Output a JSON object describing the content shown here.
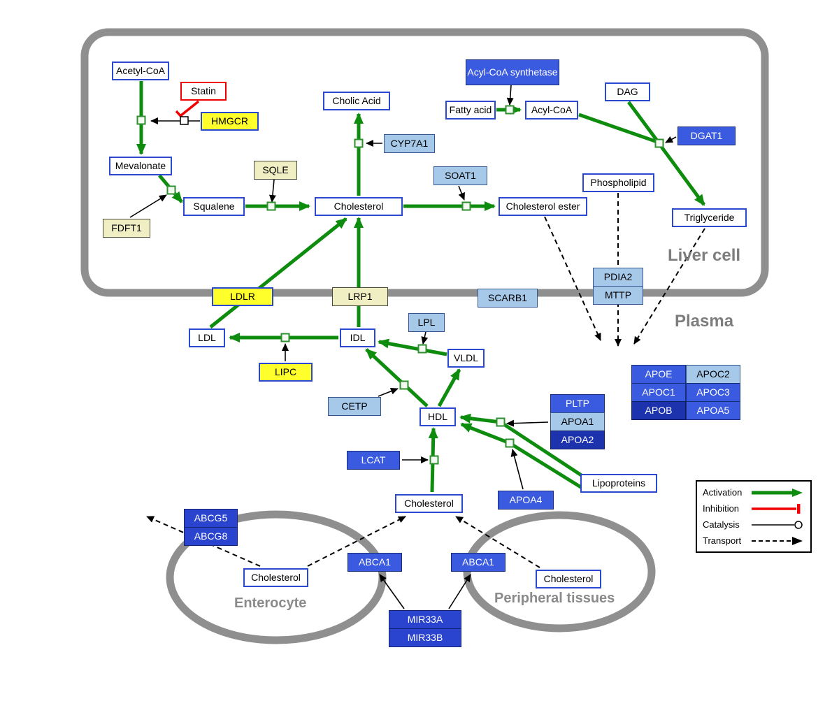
{
  "compartments": {
    "liver": "Liver cell",
    "plasma": "Plasma",
    "enterocyte": "Enterocyte",
    "peripheral": "Peripheral tissues"
  },
  "legend": {
    "activation": "Activation",
    "inhibition": "Inhibition",
    "catalysis": "Catalysis",
    "transport": "Transport"
  },
  "nodes": {
    "acetyl_coa": "Acetyl-CoA",
    "statin": "Statin",
    "hmgcr": "HMGCR",
    "mevalonate": "Mevalonate",
    "sqle": "SQLE",
    "fdft1": "FDFT1",
    "squalene": "Squalene",
    "cholesterol_liver": "Cholesterol",
    "cholic_acid": "Cholic Acid",
    "cyp7a1": "CYP7A1",
    "soat1": "SOAT1",
    "cholesterol_ester": "Cholesterol ester",
    "acyl_coa_synthetase": "Acyl-CoA synthetase",
    "fatty_acid": "Fatty acid",
    "acyl_coa": "Acyl-CoA",
    "dag": "DAG",
    "dgat1": "DGAT1",
    "phospholipid": "Phospholipid",
    "triglyceride": "Triglyceride",
    "ldlr": "LDLR",
    "lrp1": "LRP1",
    "scarb1": "SCARB1",
    "pdia2": "PDIA2",
    "mttp": "MTTP",
    "ldl": "LDL",
    "idl": "IDL",
    "lpl": "LPL",
    "vldl": "VLDL",
    "lipc": "LIPC",
    "cetp": "CETP",
    "hdl": "HDL",
    "pltp": "PLTP",
    "apoa1": "APOA1",
    "apoa2": "APOA2",
    "lcat": "LCAT",
    "apoa4": "APOA4",
    "lipoproteins": "Lipoproteins",
    "cholesterol_plasma": "Cholesterol",
    "apoe": "APOE",
    "apoc2": "APOC2",
    "apoc1": "APOC1",
    "apoc3": "APOC3",
    "apob": "APOB",
    "apoa5": "APOA5",
    "abcg5": "ABCG5",
    "abcg8": "ABCG8",
    "cholesterol_enterocyte": "Cholesterol",
    "abca1_enterocyte": "ABCA1",
    "abca1_peripheral": "ABCA1",
    "cholesterol_peripheral": "Cholesterol",
    "mir33a": "MIR33A",
    "mir33b": "MIR33B"
  },
  "edges": [
    {
      "from": "Acetyl-CoA",
      "to": "Mevalonate",
      "type": "activation",
      "enzyme": "HMGCR"
    },
    {
      "from": "Statin",
      "to": "HMGCR reaction",
      "type": "inhibition"
    },
    {
      "from": "Mevalonate",
      "to": "Squalene",
      "type": "activation",
      "enzyme": "FDFT1"
    },
    {
      "from": "Squalene",
      "to": "Cholesterol",
      "type": "activation",
      "enzyme": "SQLE"
    },
    {
      "from": "Cholesterol",
      "to": "Cholic Acid",
      "type": "activation",
      "enzyme": "CYP7A1"
    },
    {
      "from": "Cholesterol",
      "to": "Cholesterol ester",
      "type": "activation",
      "enzyme": "SOAT1"
    },
    {
      "from": "Fatty acid",
      "to": "Acyl-CoA",
      "type": "activation",
      "enzyme": "Acyl-CoA synthetase"
    },
    {
      "from": "Acyl-CoA",
      "to": "Triglyceride",
      "type": "activation",
      "enzyme": "DGAT1"
    },
    {
      "from": "DAG",
      "to": "Triglyceride",
      "type": "activation",
      "enzyme": "DGAT1"
    },
    {
      "from": "LDL",
      "to": "Cholesterol",
      "type": "activation",
      "enzyme": "LDLR"
    },
    {
      "from": "IDL",
      "to": "Cholesterol",
      "type": "activation",
      "enzyme": "LRP1"
    },
    {
      "from": "IDL",
      "to": "LDL",
      "type": "activation",
      "enzyme": "LIPC"
    },
    {
      "from": "VLDL",
      "to": "IDL",
      "type": "activation",
      "enzyme": "LPL"
    },
    {
      "from": "HDL",
      "to": "IDL",
      "type": "activation",
      "enzyme": "CETP"
    },
    {
      "from": "HDL",
      "to": "VLDL",
      "type": "activation"
    },
    {
      "from": "Lipoproteins",
      "to": "HDL",
      "type": "activation",
      "enzyme": "PLTP/APOA1/APOA2"
    },
    {
      "from": "Lipoproteins",
      "to": "HDL",
      "type": "activation",
      "enzyme": "APOA4"
    },
    {
      "from": "Cholesterol",
      "to": "HDL",
      "type": "activation",
      "enzyme": "LCAT"
    },
    {
      "from": "Cholesterol ester",
      "to": "plasma",
      "type": "transport"
    },
    {
      "from": "Phospholipid",
      "to": "plasma",
      "type": "transport",
      "enzyme": "PDIA2/MTTP"
    },
    {
      "from": "Triglyceride",
      "to": "plasma",
      "type": "transport"
    },
    {
      "from": "Cholesterol",
      "to": "outside enterocyte",
      "type": "transport",
      "enzyme": "ABCG5/ABCG8"
    },
    {
      "from": "Cholesterol",
      "to": "Cholesterol",
      "type": "transport",
      "enzyme": "ABCA1"
    },
    {
      "from": "Cholesterol",
      "to": "Cholesterol",
      "type": "transport",
      "enzyme": "ABCA1"
    },
    {
      "from": "MIR33A",
      "to": "ABCA1",
      "type": "catalysis"
    },
    {
      "from": "MIR33B",
      "to": "ABCA1",
      "type": "catalysis"
    }
  ],
  "colors": {
    "activation_green": "#0e8c0e",
    "inhibition_red": "#f00000",
    "membrane_gray": "#8f8f8f",
    "metabolite_border_blue": "#2b49d0",
    "enzyme_yellow": "#ffff2b",
    "enzyme_pale_yellow": "#efefc3",
    "gene_light_blue": "#a6c9ea",
    "gene_blue": "#3a5ae0",
    "gene_dark_blue": "#1d33ae"
  }
}
